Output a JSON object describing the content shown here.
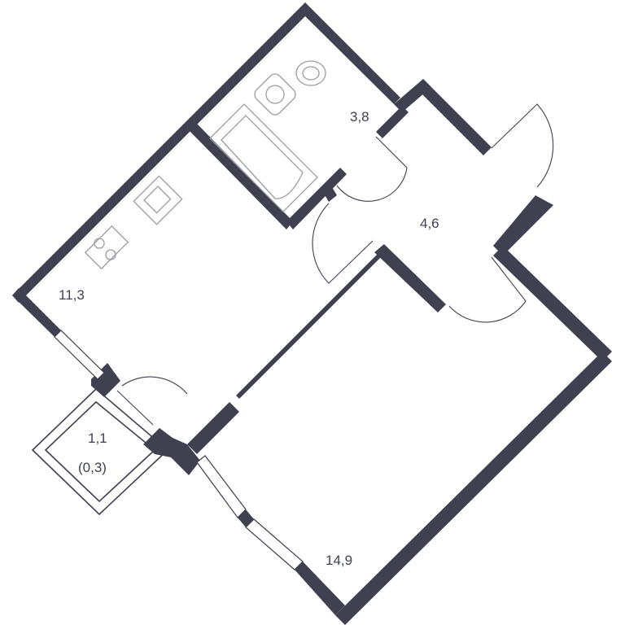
{
  "rooms": {
    "bathroom": {
      "area": "3,8"
    },
    "hallway": {
      "area": "4,6"
    },
    "kitchen": {
      "area": "11,3"
    },
    "balcony": {
      "area": "1,1",
      "reduced_area": "(0,3)"
    },
    "bedroom": {
      "area": "14,9"
    }
  },
  "colors": {
    "walls": "#3f4150",
    "fixtures": "#9a9ca6",
    "background": "#ffffff"
  }
}
